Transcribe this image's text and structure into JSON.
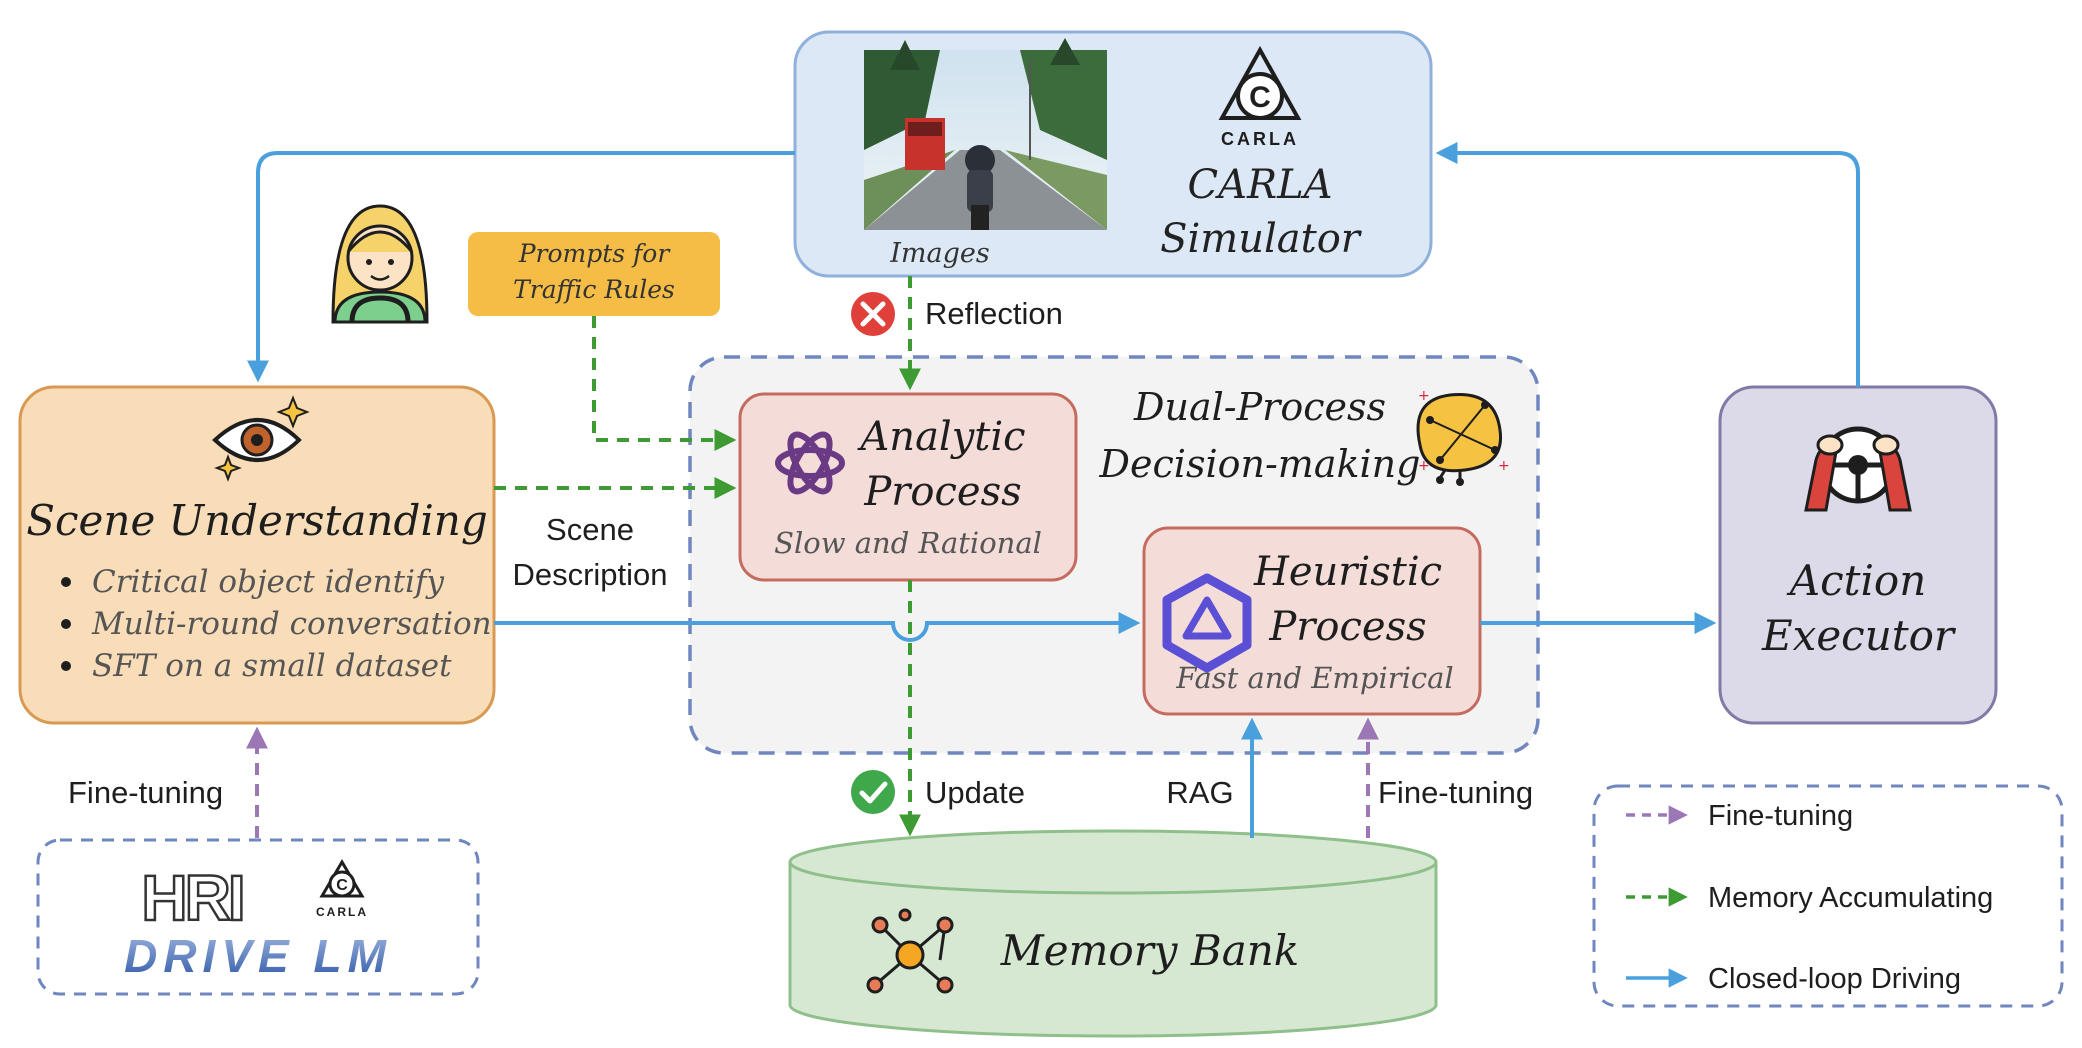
{
  "simulator": {
    "caption": "Images",
    "logo_text": "CARLA",
    "title_line1": "CARLA",
    "title_line2": "Simulator"
  },
  "prompts": {
    "line1": "Prompts for",
    "line2": "Traffic Rules"
  },
  "scene": {
    "title": "Scene Understanding",
    "bullets": [
      "Critical object identify",
      "Multi-round conversation",
      "SFT on a small dataset"
    ]
  },
  "labels": {
    "reflection": "Reflection",
    "scene_desc_line1": "Scene",
    "scene_desc_line2": "Description",
    "update": "Update",
    "rag": "RAG",
    "finetune_left": "Fine-tuning",
    "finetune_right": "Fine-tuning"
  },
  "dual": {
    "title_line1": "Dual-Process",
    "title_line2": "Decision-making"
  },
  "analytic": {
    "title_line1": "Analytic",
    "title_line2": "Process",
    "subtitle": "Slow and Rational"
  },
  "heuristic": {
    "title_line1": "Heuristic",
    "title_line2": "Process",
    "subtitle": "Fast and Empirical"
  },
  "executor": {
    "title_line1": "Action",
    "title_line2": "Executor"
  },
  "memory": {
    "title": "Memory Bank"
  },
  "datasets": {
    "hri": "HRI",
    "carla": "CARLA",
    "drivelm": "DRIVE LM"
  },
  "legend": {
    "items": [
      {
        "label": "Fine-tuning",
        "color": "#9b77b5",
        "style": "dashed"
      },
      {
        "label": "Memory Accumulating",
        "color": "#3e9a32",
        "style": "dashed"
      },
      {
        "label": "Closed-loop Driving",
        "color": "#4aa0dd",
        "style": "solid"
      }
    ]
  },
  "colors": {
    "closed_loop": "#4aa0dd",
    "memory_accum": "#3e9a32",
    "finetune": "#9b77b5",
    "sim_fill": "#dde8f6",
    "scene_fill": "#f9ddb8",
    "process_fill": "#f4dcd9",
    "executor_fill": "#dcd9e8",
    "memory_fill": "#d7e8d2",
    "prompt_fill": "#f5bd46"
  }
}
